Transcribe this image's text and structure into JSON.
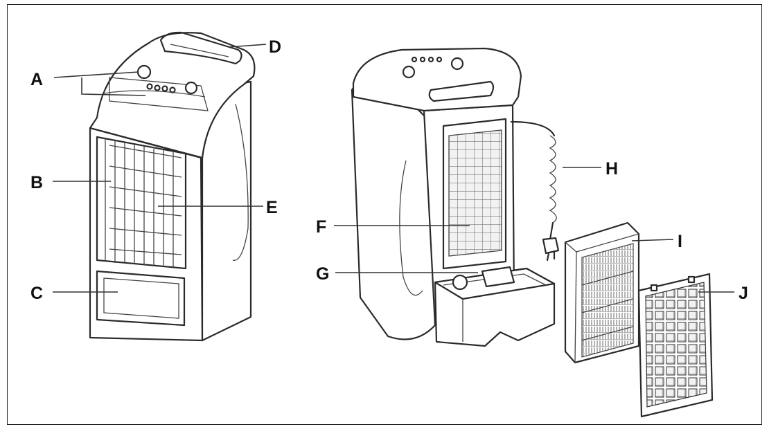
{
  "labels": {
    "A": "A",
    "B": "B",
    "C": "C",
    "D": "D",
    "E": "E",
    "F": "F",
    "G": "G",
    "H": "H",
    "I": "I",
    "J": "J"
  }
}
